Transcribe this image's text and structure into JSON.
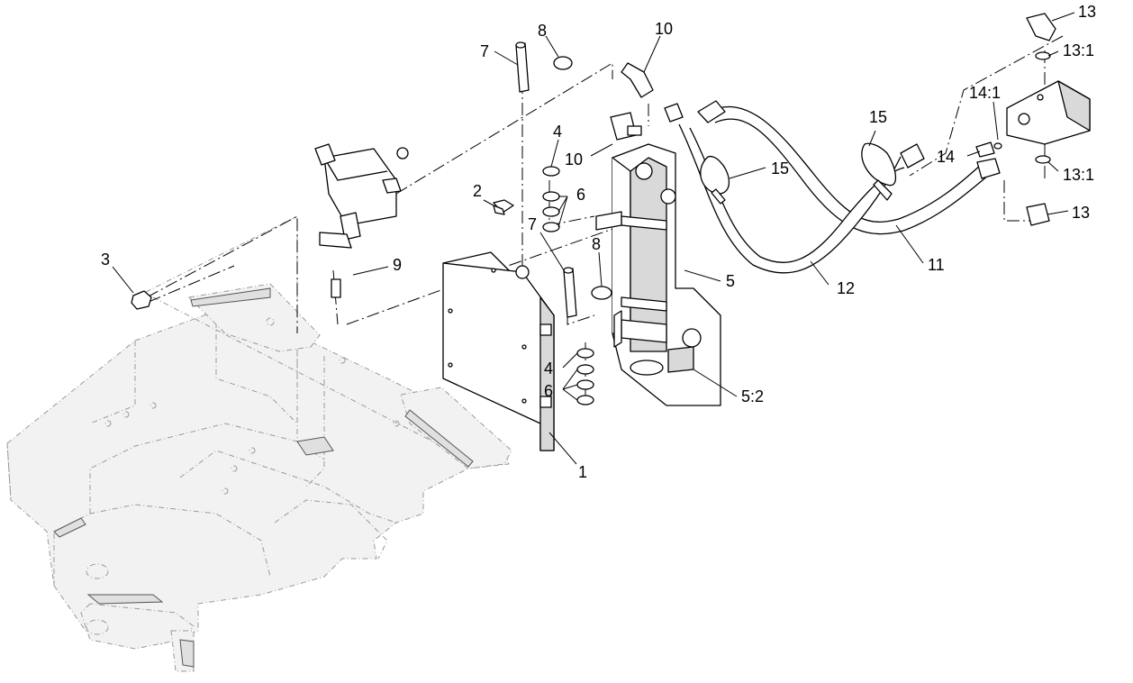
{
  "callouts": {
    "c1": "1",
    "c2": "2",
    "c3": "3",
    "c4a": "4",
    "c4b": "4",
    "c5": "5",
    "c5_2": "5:2",
    "c6a": "6",
    "c6b": "6",
    "c7a": "7",
    "c7b": "7",
    "c8a": "8",
    "c8b": "8",
    "c9": "9",
    "c10a": "10",
    "c10b": "10",
    "c11": "11",
    "c12": "12",
    "c13a": "13",
    "c13b": "13",
    "c13_1a": "13:1",
    "c13_1b": "13:1",
    "c14": "14",
    "c14_1": "14:1",
    "c15a": "15",
    "c15b": "15"
  }
}
